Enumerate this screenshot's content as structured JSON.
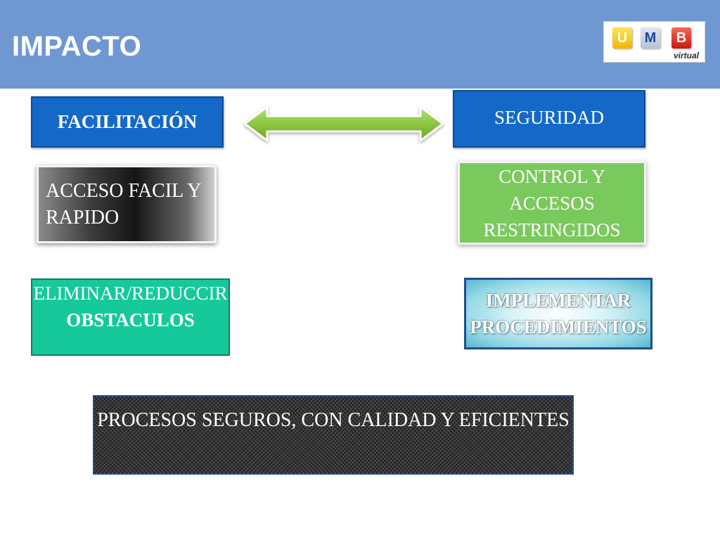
{
  "header": {
    "title": "IMPACTO"
  },
  "logo": {
    "letters": [
      "U",
      "M",
      "B"
    ],
    "subtitle": "virtual"
  },
  "diagram": {
    "left_title": "FACILITACIÓN",
    "right_title": "SEGURIDAD",
    "left_items": [
      {
        "lines": [
          "ACCESO FACIL Y",
          "RAPIDO"
        ]
      },
      {
        "lines": [
          "ELIMINAR/REDUCCIR",
          "OBSTACULOS"
        ]
      }
    ],
    "right_items": [
      {
        "lines": [
          "CONTROL Y",
          "ACCESOS",
          "RESTRINGIDOS"
        ]
      },
      {
        "lines": [
          "IMPLEMENTAR",
          "PROCEDIMIENTOS"
        ]
      }
    ],
    "conclusion": "PROCESOS SEGUROS, CON CALIDAD Y EFICIENTES",
    "connector": {
      "type": "double-arrow",
      "color": "#8cc63f"
    }
  },
  "colors": {
    "header_bg": "#6f98d2",
    "title_box": "#1469c8",
    "green_box": "#7ac95c",
    "teal_box": "#16c99a"
  }
}
